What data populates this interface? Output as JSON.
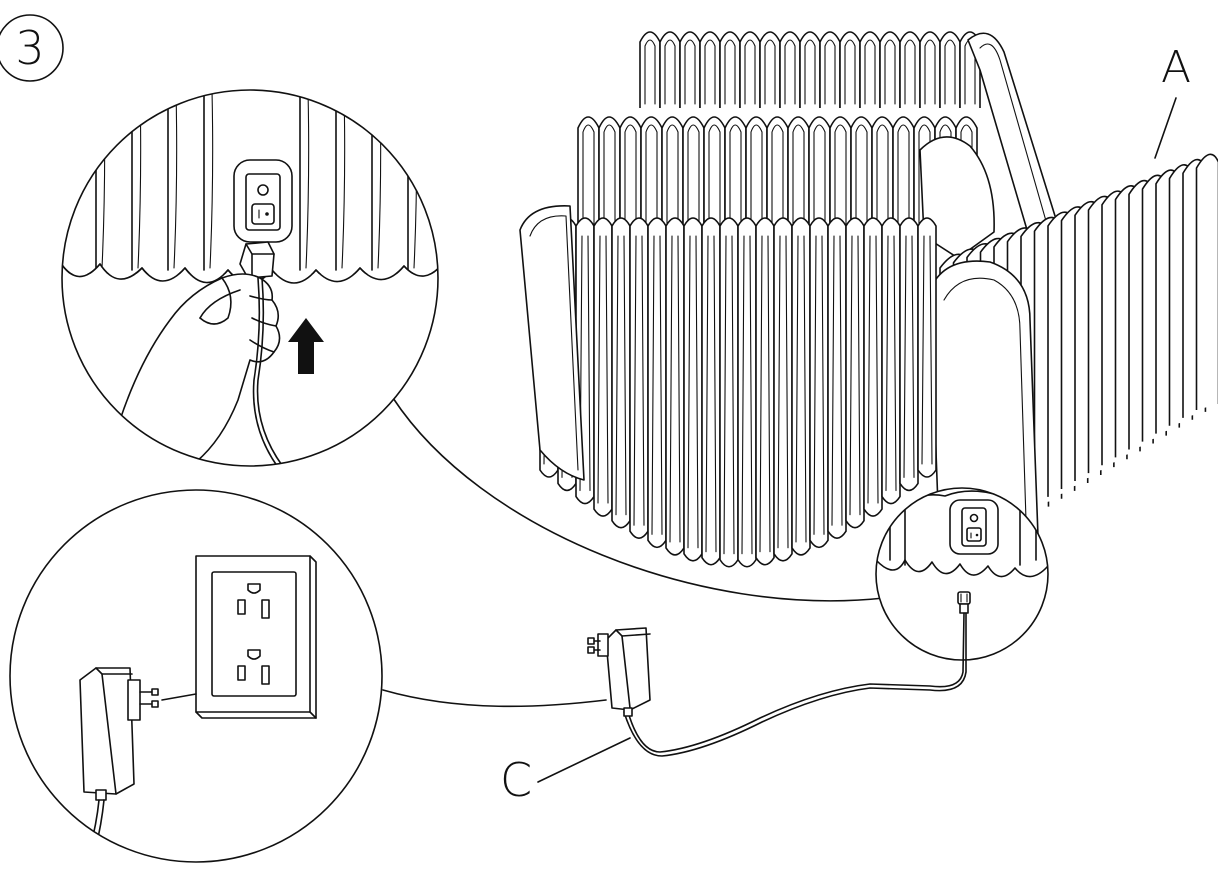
{
  "step": {
    "number": "3"
  },
  "labels": {
    "chair": "A",
    "adapter": "C"
  },
  "icons": {
    "step": "step-number-circle",
    "direction": "arrow-up-icon"
  },
  "colors": {
    "line": "#111111",
    "background": "#ffffff"
  }
}
